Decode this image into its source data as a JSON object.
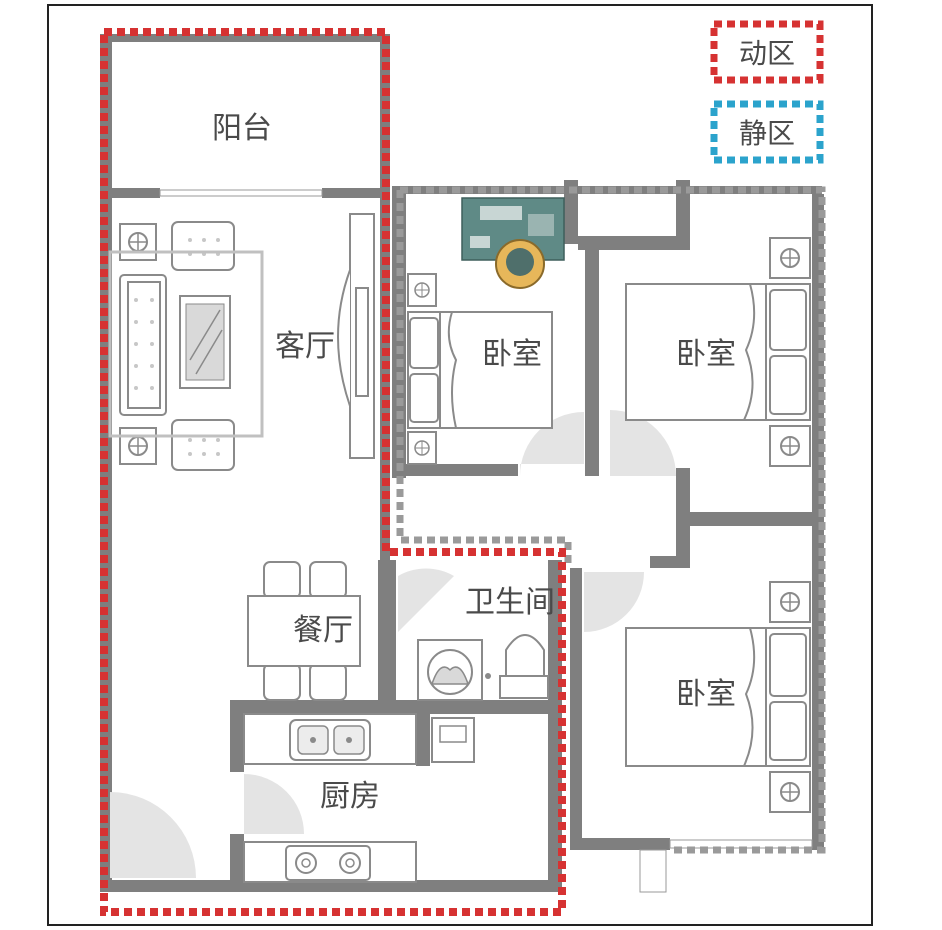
{
  "legend": {
    "dynamic_label": "动区",
    "static_label": "静区"
  },
  "rooms": {
    "balcony": "阳台",
    "living_room": "客厅",
    "dining_room": "餐厅",
    "kitchen": "厨房",
    "bathroom": "卫生间",
    "bedroom_1": "卧室",
    "bedroom_2": "卧室",
    "bedroom_3": "卧室"
  },
  "colors": {
    "dynamic_zone": "#d63232",
    "static_zone": "#2ba3cc",
    "wall": "#7f7f7f",
    "static_boundary_plan": "#9a9a9a"
  }
}
